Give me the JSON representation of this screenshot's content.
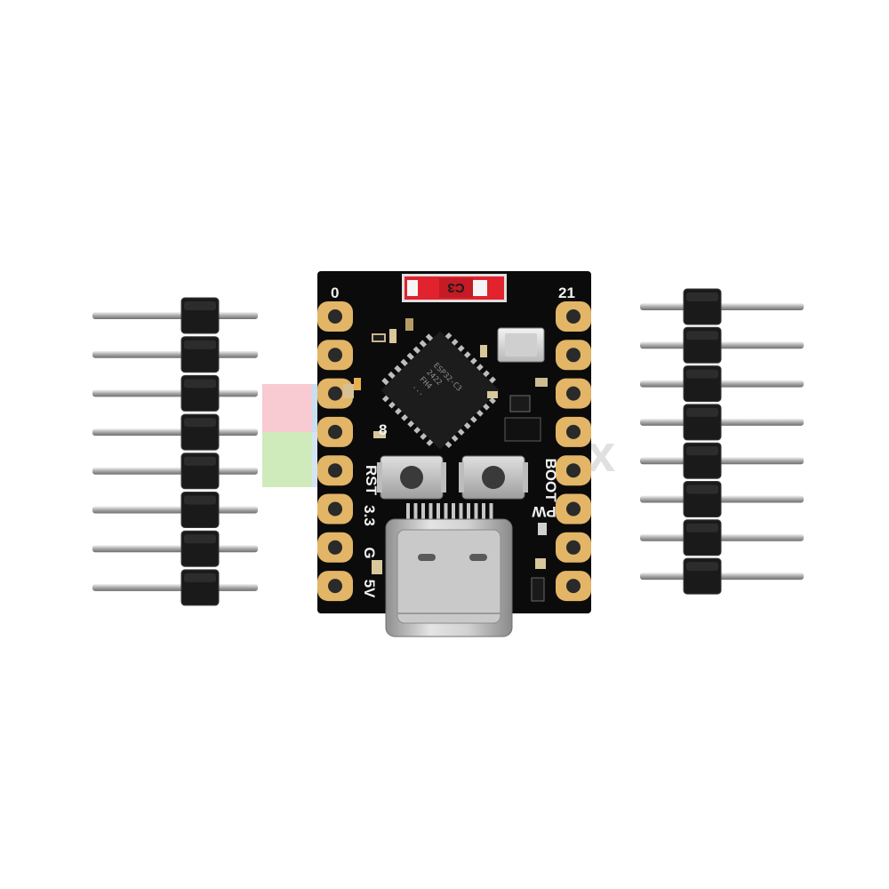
{
  "image": {
    "subject": "ESP32-C3 mini development board with two 8-pin male headers",
    "background_color": "#ffffff"
  },
  "board": {
    "antenna_label": "C3",
    "pin_labels": {
      "left_top": "0",
      "right_top": "21",
      "left_mid": "8",
      "rst": "RST",
      "v33": "3.3",
      "gnd": "G",
      "v5": "5V",
      "boot": "BOOT",
      "pw": "PW"
    },
    "chip_markings": [
      "ESP32-C3",
      "2422",
      "FH4",
      "...",
      "..."
    ],
    "pcb_color": "#0b0b0b",
    "pad_color": "#e2b567",
    "antenna_color": "#e0232f"
  },
  "headers": {
    "pin_count_each": 8
  },
  "watermark": {
    "text_fragment": "x"
  }
}
